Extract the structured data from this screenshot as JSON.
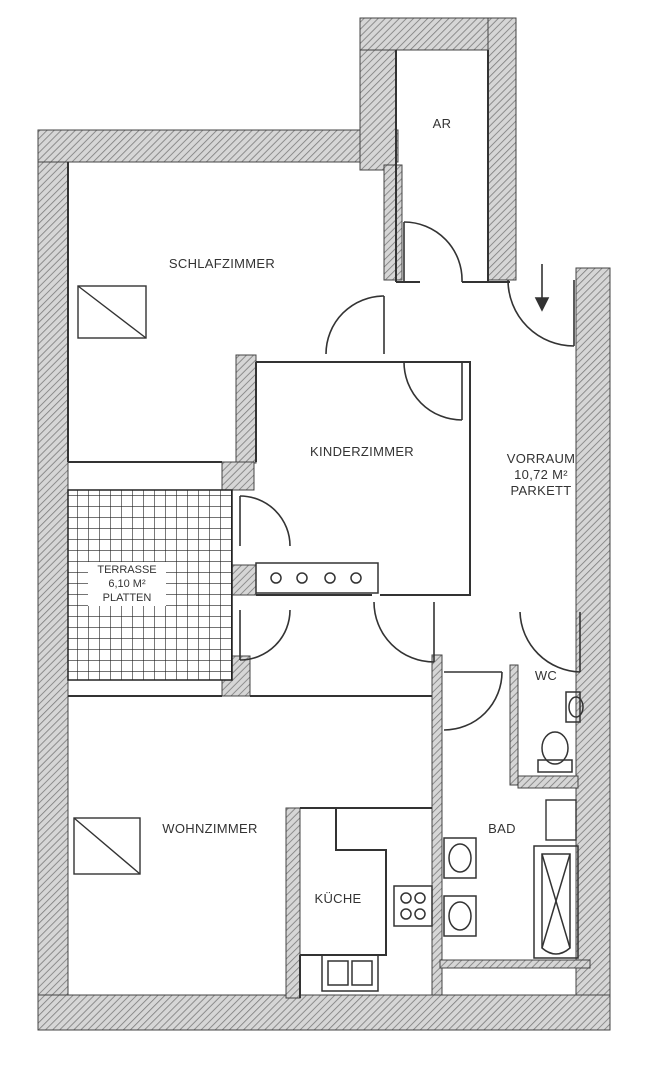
{
  "rooms": {
    "ar": "AR",
    "schlafzimmer": "SCHLAFZIMMER",
    "kinderzimmer": "KINDERZIMMER",
    "vorraum": {
      "name": "VORRAUM",
      "area": "10,72 M²",
      "floor": "PARKETT"
    },
    "terrasse": {
      "name": "TERRASSE",
      "area": "6,10 M²",
      "floor": "PLATTEN"
    },
    "wc": "WC",
    "wohnzimmer": "WOHNZIMMER",
    "bad": "BAD",
    "kueche": "KÜCHE"
  },
  "colors": {
    "wall_hatch": "#8a8a8a",
    "line": "#333333",
    "paper": "#ffffff"
  }
}
